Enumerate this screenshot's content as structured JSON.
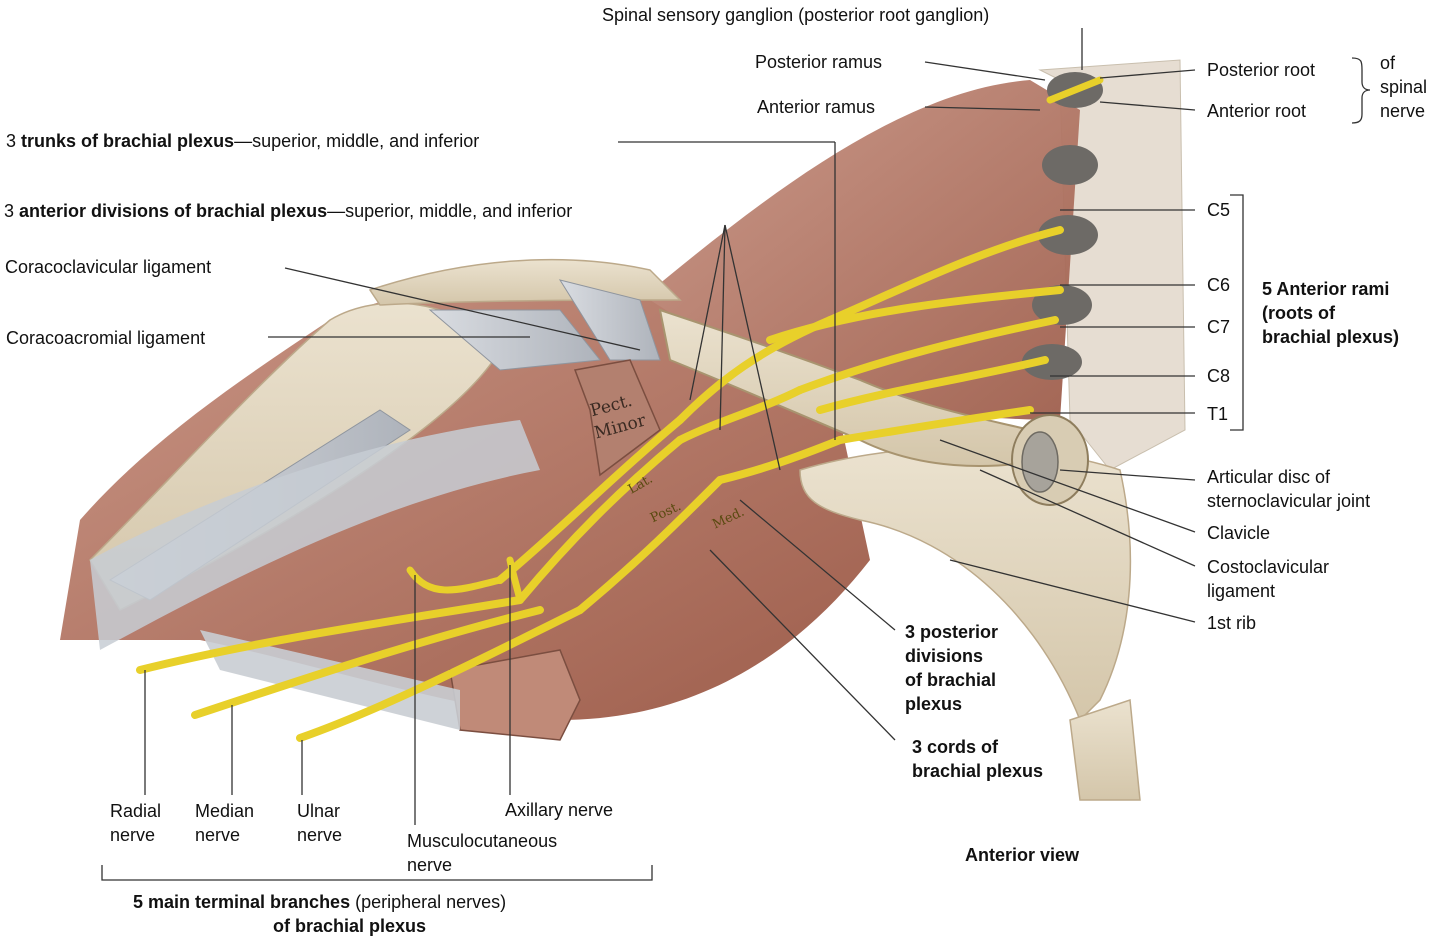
{
  "labels": {
    "spinal_ganglion": "Spinal sensory ganglion (posterior root ganglion)",
    "posterior_ramus": "Posterior ramus",
    "anterior_ramus": "Anterior ramus",
    "posterior_root": "Posterior root",
    "anterior_root": "Anterior root",
    "of_spinal_nerve": [
      "of",
      "spinal",
      "nerve"
    ],
    "trunks_num": "3 ",
    "trunks_bold": "trunks of brachial plexus",
    "trunks_rest": "—superior, middle, and inferior",
    "divisions_num": "3 ",
    "divisions_bold": "anterior divisions of brachial plexus",
    "divisions_rest": "—superior, middle, and inferior",
    "coracoclavicular": "Coracoclavicular ligament",
    "coracoacromial": "Coracoacromial ligament",
    "c5": "C5",
    "c6": "C6",
    "c7": "C7",
    "c8": "C8",
    "t1": "T1",
    "anterior_rami": [
      "5 Anterior rami",
      "(roots of",
      "brachial plexus)"
    ],
    "articular_disc": [
      "Articular disc of",
      "sternoclavicular joint"
    ],
    "clavicle": "Clavicle",
    "costoclavicular": [
      "Costoclavicular",
      "ligament"
    ],
    "first_rib": "1st rib",
    "posterior_divisions": [
      "3 posterior",
      "divisions",
      "of brachial",
      "plexus"
    ],
    "cords": [
      "3 cords of",
      "brachial plexus"
    ],
    "radial": [
      "Radial",
      "nerve"
    ],
    "median": [
      "Median",
      "nerve"
    ],
    "ulnar": [
      "Ulnar",
      "nerve"
    ],
    "musculocutaneous": [
      "Musculocutaneous",
      "nerve"
    ],
    "axillary": "Axillary nerve",
    "anterior_view": "Anterior view",
    "terminal_bold": "5 main terminal branches",
    "terminal_rest": " (peripheral nerves)",
    "terminal_line2": "of brachial plexus",
    "pect_minor": [
      "Pect.",
      "Minor"
    ],
    "cord_lat": "Lat.",
    "cord_post": "Post.",
    "cord_med": "Med."
  },
  "colors": {
    "nerve": "#e8d02a",
    "muscle": "#b87a66",
    "bone": "#e2d6c0",
    "ligament": "#c9cdd3",
    "leader": "#333333"
  }
}
